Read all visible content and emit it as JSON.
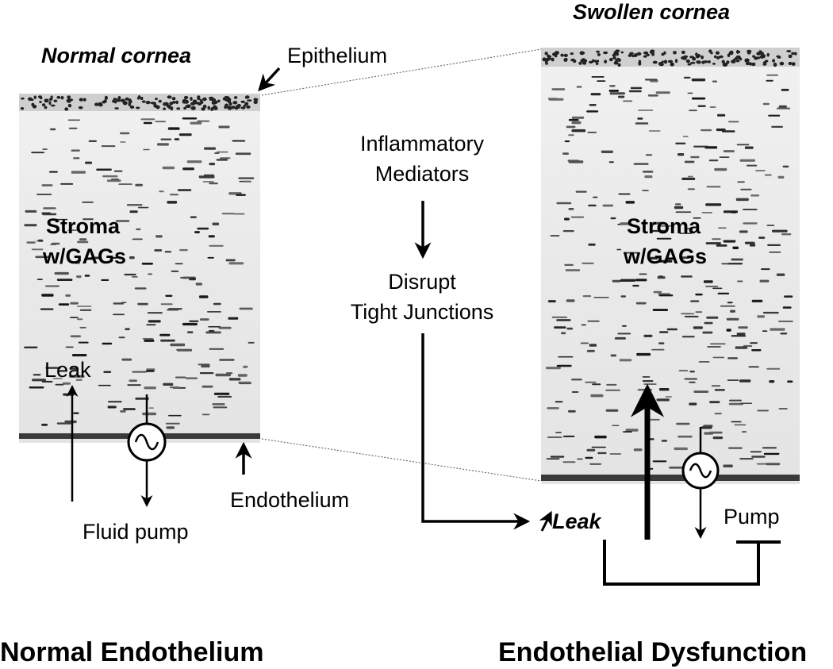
{
  "normal_panel": {
    "title": "Normal cornea",
    "epithelium_label": "Epithelium",
    "stroma_line1": "Stroma",
    "stroma_line2": "w/GAGs",
    "leak_label": "Leak",
    "endothelium_label": "Endothelium",
    "pump_label": "Fluid pump"
  },
  "mechanism": {
    "mediators_line1": "Inflammatory",
    "mediators_line2": "Mediators",
    "disrupt_line1": "Disrupt",
    "disrupt_line2": "Tight Junctions"
  },
  "swollen_panel": {
    "title": "Swollen cornea",
    "stroma_line1": "Stroma",
    "stroma_line2": "w/GAGs",
    "leak_label": "Leak",
    "leak_prefix_symbol": "↑",
    "pump_label": "Pump"
  },
  "captions": {
    "left": "Normal Endothelium",
    "right": "Endothelial Dysfunction"
  },
  "pump_symbol": "~"
}
